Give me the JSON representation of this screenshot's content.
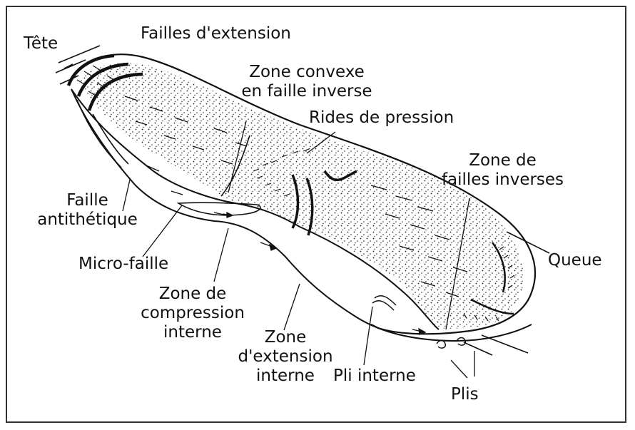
{
  "labels": {
    "tete": "Tête",
    "failles_extension": "Failles d'extension",
    "zone_convexe_1": "Zone convexe",
    "zone_convexe_2": "en faille inverse",
    "rides_pression": "Rides de pression",
    "zone_failles_inverses_1": "Zone de",
    "zone_failles_inverses_2": "failles inverses",
    "faille_antithetique_1": "Faille",
    "faille_antithetique_2": "antithétique",
    "micro_faille": "Micro-faille",
    "queue": "Queue",
    "zone_compression_1": "Zone de",
    "zone_compression_2": "compression",
    "zone_compression_3": "interne",
    "zone_extension_1": "Zone",
    "zone_extension_2": "d'extension",
    "zone_extension_3": "interne",
    "pli_interne": "Pli interne",
    "plis": "Plis"
  },
  "colors": {
    "ink": "#111111",
    "frame": "#333333",
    "background": "#ffffff"
  }
}
